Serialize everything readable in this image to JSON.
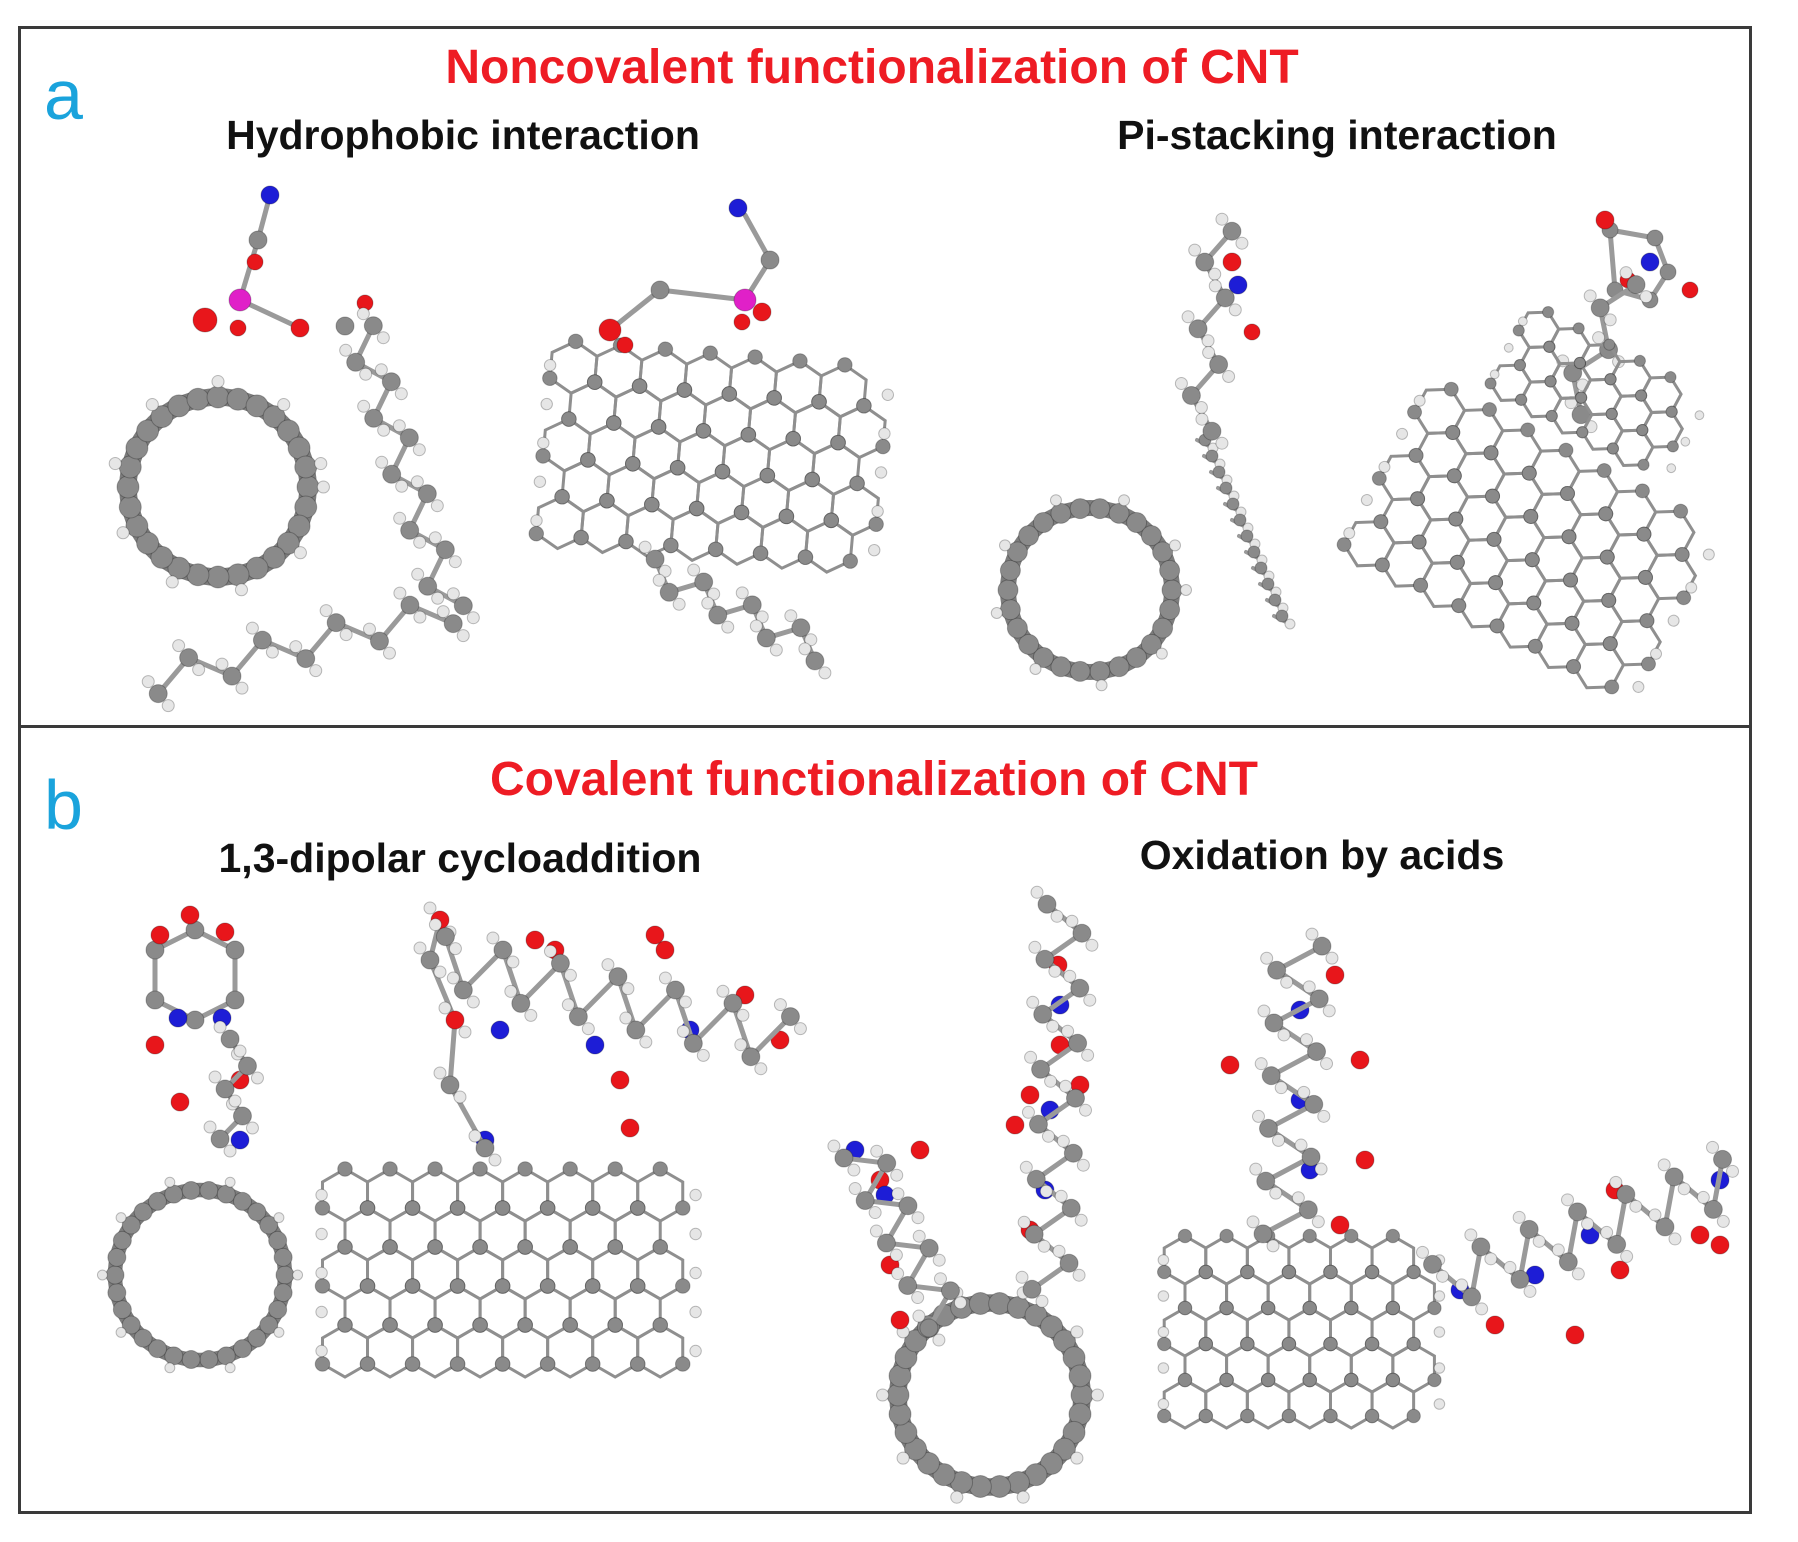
{
  "panel_a": {
    "letter": "a",
    "title": "Noncovalent functionalization of CNT",
    "left_caption": "Hydrophobic interaction",
    "right_caption": "Pi-stacking interaction"
  },
  "panel_b": {
    "letter": "b",
    "title": "Covalent functionalization of CNT",
    "left_caption": "1,3-dipolar cycloaddition",
    "right_caption": "Oxidation by acids"
  },
  "colors": {
    "panel_letter": "#1aa3dc",
    "panel_title": "#ee1c24",
    "caption": "#111111",
    "carbon": "#8a8a8a",
    "hydrogen": "#e6e6e6",
    "oxygen": "#e8161b",
    "nitrogen": "#1d1dd6",
    "phosphorus": "#e020c8",
    "frame": "#3a3a3a"
  },
  "icons": [
    "nanotube-ring-end-view",
    "nanotube-side-view",
    "molecule-ball-and-stick"
  ]
}
